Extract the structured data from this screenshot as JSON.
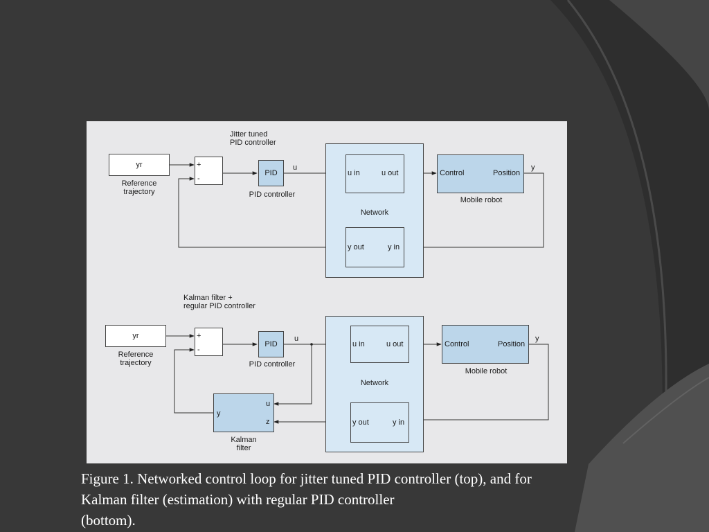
{
  "slide": {
    "colors": {
      "background": "#383838",
      "arc_dark": "#2a2a2a",
      "arc_light": "#5a5a5a",
      "figure_bg": "#e8e8ea"
    }
  },
  "figure": {
    "top": {
      "title": [
        "Jitter tuned",
        "PID controller"
      ],
      "yr": "yr",
      "ref_label": [
        "Reference",
        "trajectory"
      ],
      "plus": "+",
      "minus": "-",
      "pid": "PID",
      "pid_label": "PID controller",
      "u": "u",
      "u_in": "u in",
      "u_out": "u out",
      "network": "Network",
      "y_out": "y out",
      "y_in": "y in",
      "control": "Control",
      "position": "Position",
      "robot_label": "Mobile robot",
      "y": "y"
    },
    "bottom": {
      "title": [
        "Kalman filter +",
        "regular PID controller"
      ],
      "yr": "yr",
      "ref_label": [
        "Reference",
        "trajectory"
      ],
      "plus": "+",
      "minus": "-",
      "pid": "PID",
      "pid_label": "PID controller",
      "u": "u",
      "u_in": "u in",
      "u_out": "u out",
      "network": "Network",
      "y_out": "y out",
      "y_in": "y in",
      "control": "Control",
      "position": "Position",
      "robot_label": "Mobile robot",
      "y": "y",
      "kalman_y": "y",
      "kalman_u": "u",
      "kalman_z": "z",
      "kalman_label": [
        "Kalman",
        "filter"
      ]
    },
    "colors": {
      "block_fill": "#bcd6ea",
      "network_fill": "#d7e8f5",
      "white_block": "#ffffff",
      "stroke": "#333333"
    }
  },
  "caption": {
    "lines": [
      "Figure 1. Networked control loop for jitter tuned PID controller (top), and for",
      "Kalman filter (estimation) with regular PID controller",
      "(bottom)."
    ]
  }
}
